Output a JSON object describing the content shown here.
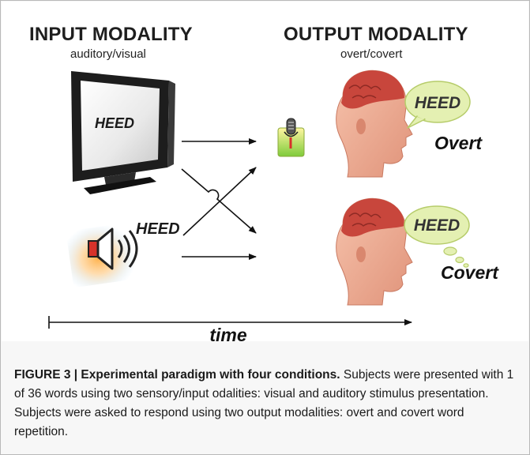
{
  "input": {
    "title": "INPUT MODALITY",
    "subtitle": "auditory/visual"
  },
  "output": {
    "title": "OUTPUT MODALITY",
    "subtitle": "overt/covert"
  },
  "screen_word": "HEED",
  "spoken_word": "HEED",
  "overt": {
    "bubble_word": "HEED",
    "label": "Overt"
  },
  "covert": {
    "bubble_word": "HEED",
    "label": "Covert"
  },
  "timeline_label": "time",
  "caption": {
    "bold": "FIGURE 3 | Experimental paradigm with four conditions.",
    "text": " Subjects were presented with 1 of 36 words using two sensory/input odalities: visual and auditory stimulus presentation. Subjects were asked to respond using two output modalities: overt and covert word repetition."
  },
  "colors": {
    "bubble_fill": "#e4f0b2",
    "bubble_stroke": "#b6cc6a",
    "head_skin": "#eaa58c",
    "brain": "#c8463c",
    "monitor": "#222222"
  }
}
